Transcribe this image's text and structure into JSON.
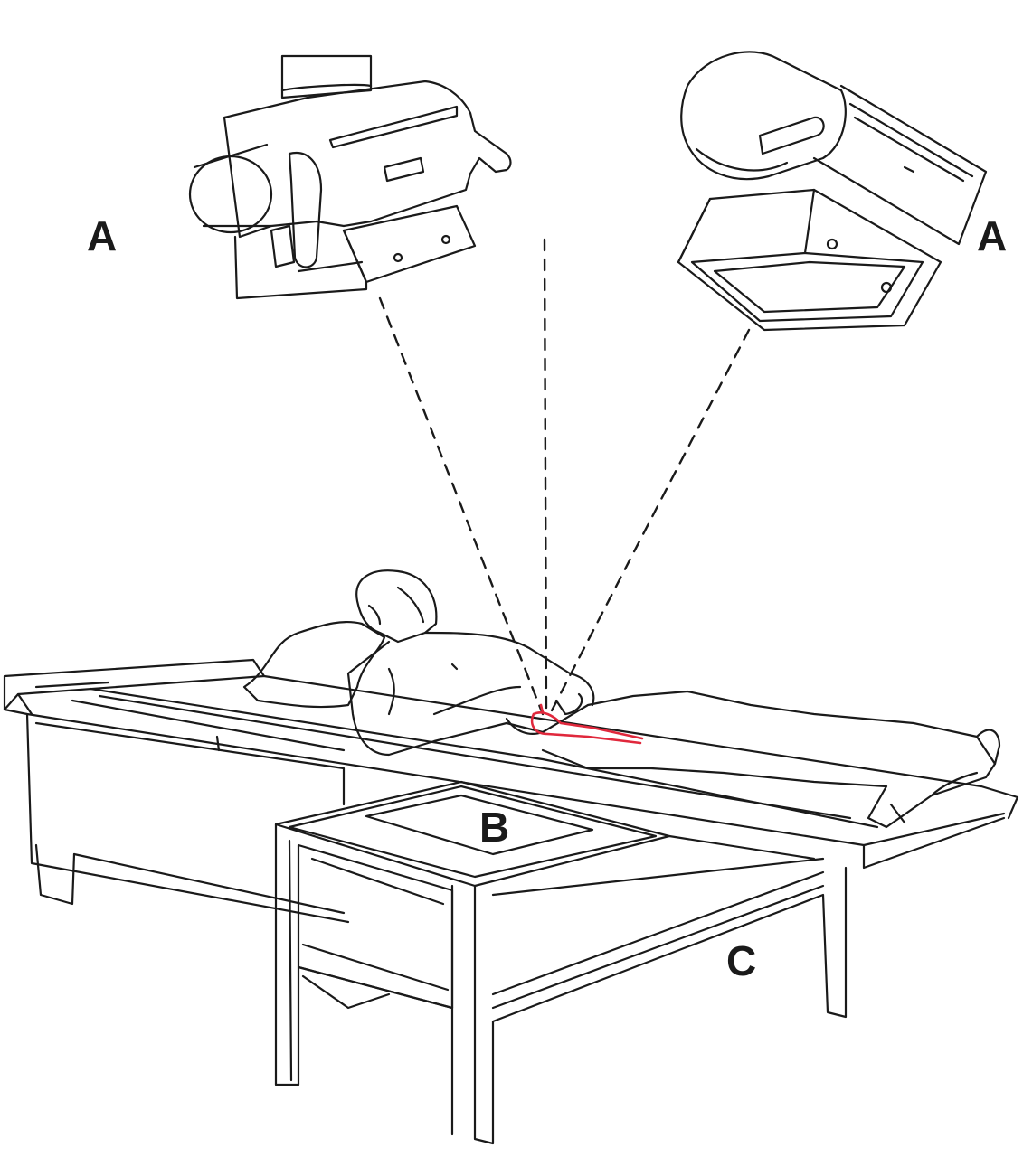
{
  "labels": {
    "detector_left": "A",
    "detector_right": "A",
    "under_table_detector": "B",
    "table_frame": "C"
  },
  "colors": {
    "line": "#1a1a1a",
    "vessel": "#e0283c",
    "background": "#ffffff"
  }
}
